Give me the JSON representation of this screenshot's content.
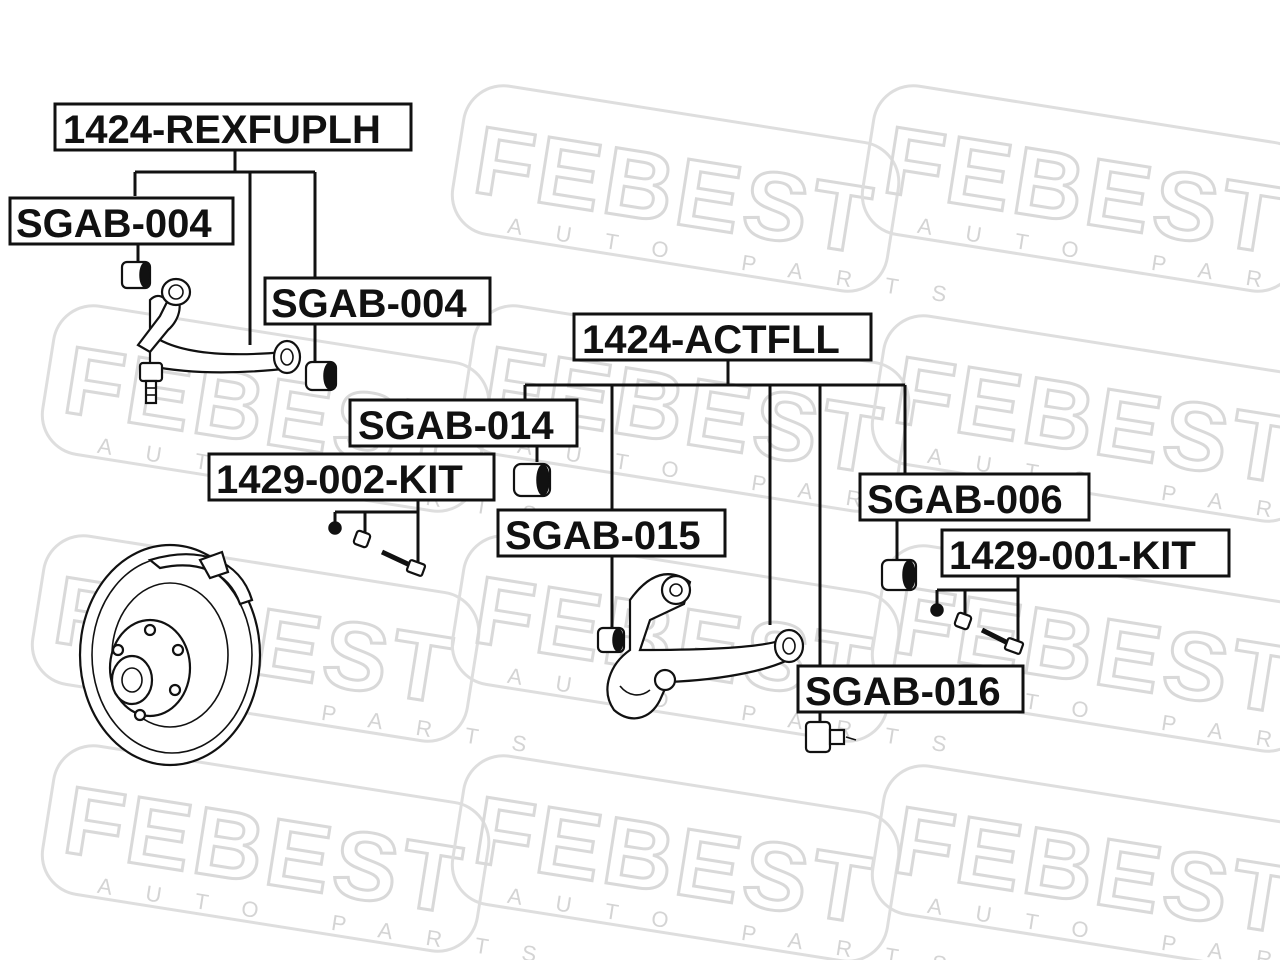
{
  "watermark": {
    "brand": "FEBEST",
    "sub": "AUTO PARTS"
  },
  "groups": {
    "upper_arm": {
      "assembly": "1424-REXFUPLH",
      "bushing_front": "SGAB-004",
      "bushing_rear": "SGAB-004"
    },
    "lower_arm": {
      "assembly": "1424-ACTFLL",
      "bushing_a": "SGAB-014",
      "bushing_b": "SGAB-015",
      "bushing_c": "SGAB-006",
      "bushing_d": "SGAB-016"
    },
    "kits": {
      "kit_left": "1429-002-KIT",
      "kit_right": "1429-001-KIT"
    }
  }
}
